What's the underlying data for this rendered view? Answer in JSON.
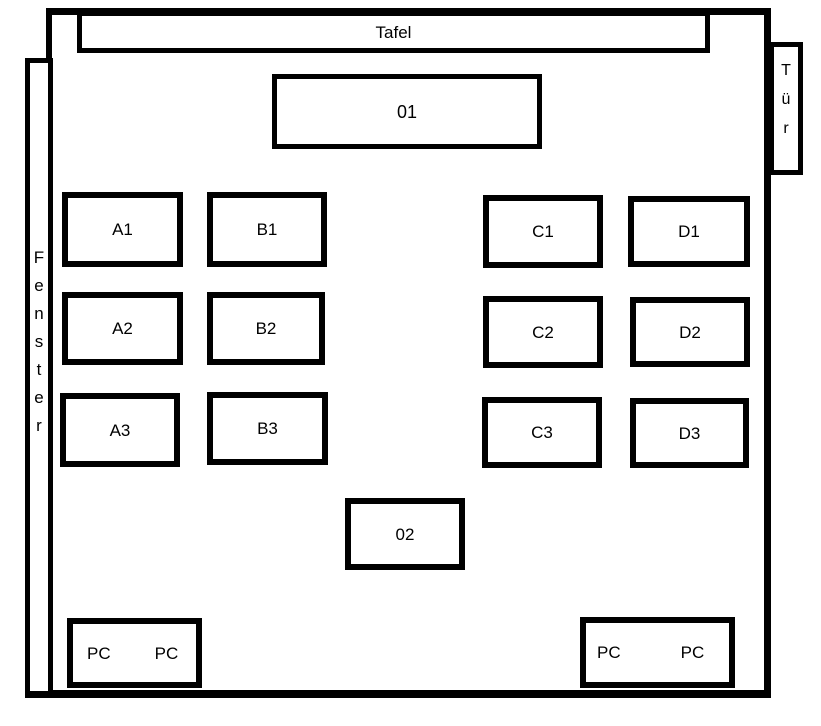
{
  "colors": {
    "line": "#000000",
    "background": "#ffffff"
  },
  "room": {
    "board": {
      "label": "Tafel"
    },
    "door": {
      "label": "Tür",
      "letters": [
        "T",
        "ü",
        "r"
      ]
    },
    "window": {
      "label": "Fenster",
      "letters": [
        "F",
        "e",
        "n",
        "s",
        "t",
        "e",
        "r"
      ]
    },
    "teacher_desk": {
      "label": "01"
    },
    "rear_desk": {
      "label": "02"
    },
    "desks": [
      {
        "label": "A1"
      },
      {
        "label": "B1"
      },
      {
        "label": "C1"
      },
      {
        "label": "D1"
      },
      {
        "label": "A2"
      },
      {
        "label": "B2"
      },
      {
        "label": "C2"
      },
      {
        "label": "D2"
      },
      {
        "label": "A3"
      },
      {
        "label": "B3"
      },
      {
        "label": "C3"
      },
      {
        "label": "D3"
      }
    ],
    "pc_stations": [
      {
        "labels": [
          "PC",
          "PC"
        ]
      },
      {
        "labels": [
          "PC",
          "PC"
        ]
      }
    ]
  }
}
